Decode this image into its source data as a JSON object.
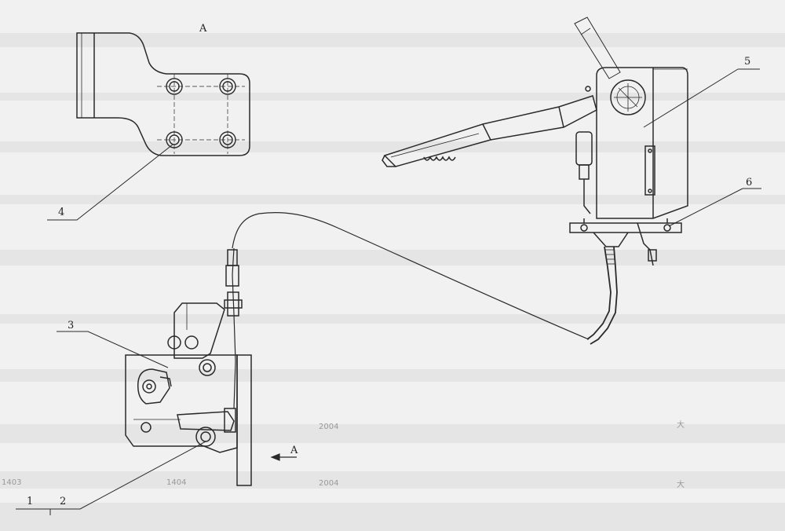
{
  "view_labels": {
    "top": "A",
    "arrow": "A"
  },
  "parts": [
    {
      "id": "p1",
      "number": "1"
    },
    {
      "id": "p2",
      "number": "2"
    },
    {
      "id": "p3",
      "number": "3"
    },
    {
      "id": "p4",
      "number": "4"
    },
    {
      "id": "p5",
      "number": "5"
    },
    {
      "id": "p6",
      "number": "6"
    }
  ],
  "bleed_text": [
    "1404",
    "1403",
    "2004",
    "2004",
    "大",
    "大"
  ],
  "colors": {
    "paper": "#f1f1f1",
    "ink": "#2a2a2a",
    "stripe": "#dedede"
  }
}
